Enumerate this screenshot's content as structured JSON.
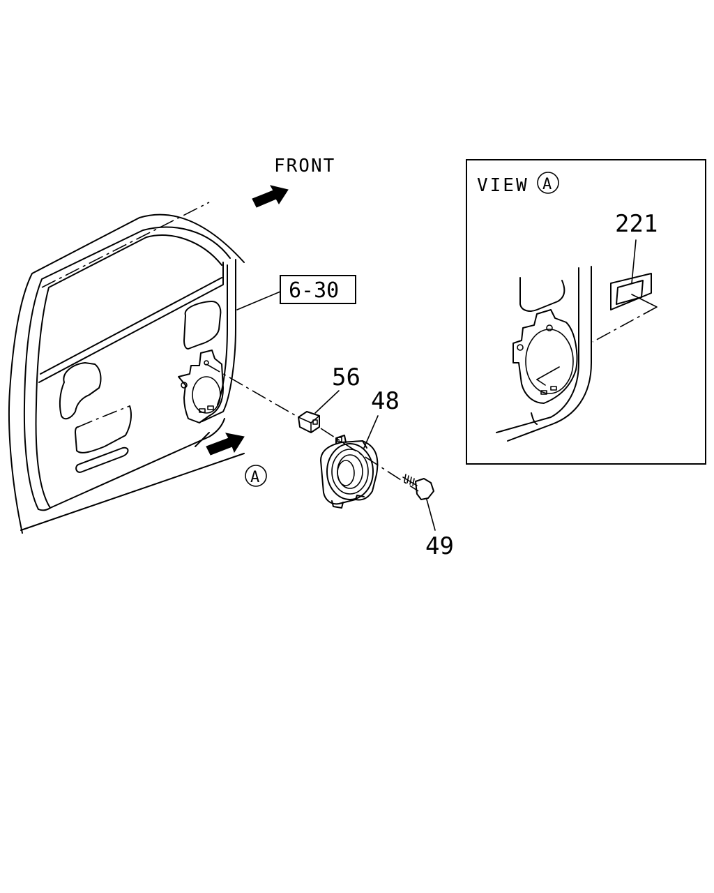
{
  "labels": {
    "front": "FRONT",
    "ref_box": "6-30",
    "part_56": "56",
    "part_48": "48",
    "part_49": "49",
    "view_marker": "A",
    "inset_title": "VIEW",
    "inset_marker": "A",
    "part_221": "221"
  }
}
